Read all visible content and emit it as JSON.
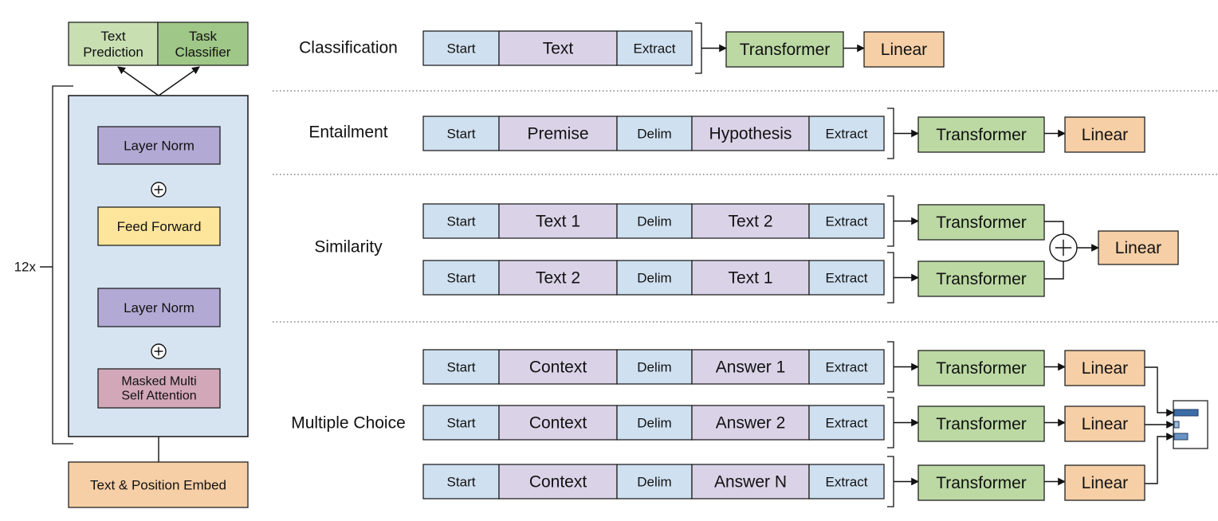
{
  "colors": {
    "blue": "#cfe0f0",
    "purple": "#dad3e8",
    "green": "#bcd9a4",
    "green_dark": "#a8cc8a",
    "orange": "#f6cfa6",
    "yellow": "#fde59c",
    "layer_norm": "#b2a9d4",
    "attention": "#d2a8b8",
    "panel": "#d6e4f2",
    "text_pred": "#c8dfb2",
    "task_cls": "#9fc787",
    "output_bar": "#3c6da6"
  },
  "model": {
    "repeat": "12x",
    "heads": [
      "Text\nPrediction",
      "Task\nClassifier"
    ],
    "layer_norm_top": "Layer Norm",
    "feed_forward": "Feed Forward",
    "layer_norm_bottom": "Layer Norm",
    "attention": "Masked Multi\nSelf Attention",
    "embed": "Text & Position Embed"
  },
  "tasks": [
    {
      "name": "Classification",
      "rows": [
        {
          "tokens": [
            "Start",
            "Text",
            "Extract"
          ],
          "transformer": "Transformer",
          "linear": "Linear"
        }
      ]
    },
    {
      "name": "Entailment",
      "rows": [
        {
          "tokens": [
            "Start",
            "Premise",
            "Delim",
            "Hypothesis",
            "Extract"
          ],
          "transformer": "Transformer",
          "linear": "Linear"
        }
      ]
    },
    {
      "name": "Similarity",
      "rows": [
        {
          "tokens": [
            "Start",
            "Text 1",
            "Delim",
            "Text 2",
            "Extract"
          ],
          "transformer": "Transformer"
        },
        {
          "tokens": [
            "Start",
            "Text 2",
            "Delim",
            "Text 1",
            "Extract"
          ],
          "transformer": "Transformer"
        }
      ],
      "merge": "+",
      "linear": "Linear"
    },
    {
      "name": "Multiple Choice",
      "rows": [
        {
          "tokens": [
            "Start",
            "Context",
            "Delim",
            "Answer 1",
            "Extract"
          ],
          "transformer": "Transformer",
          "linear": "Linear"
        },
        {
          "tokens": [
            "Start",
            "Context",
            "Delim",
            "Answer 2",
            "Extract"
          ],
          "transformer": "Transformer",
          "linear": "Linear"
        },
        {
          "tokens": [
            "Start",
            "Context",
            "Delim",
            "Answer N",
            "Extract"
          ],
          "transformer": "Transformer",
          "linear": "Linear"
        }
      ]
    }
  ]
}
